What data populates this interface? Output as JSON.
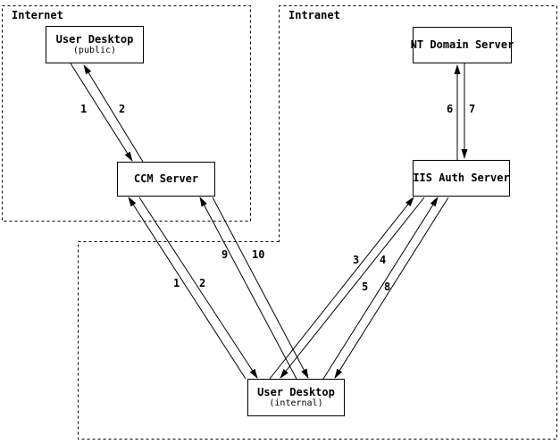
{
  "diagram": {
    "description": "Authentication network flow diagram with Internet and Intranet zones",
    "zones": {
      "internet": {
        "label": "Internet"
      },
      "intranet": {
        "label": "Intranet"
      }
    },
    "nodes": {
      "user_desktop_public": {
        "title": "User Desktop",
        "subtitle": "(public)"
      },
      "ccm_server": {
        "title": "CCM Server"
      },
      "nt_domain_server": {
        "title": "NT Domain Server"
      },
      "iis_auth_server": {
        "title": "IIS Auth Server"
      },
      "user_desktop_internal": {
        "title": "User Desktop",
        "subtitle": "(internal)"
      }
    },
    "flows": [
      {
        "label": "1",
        "from": "user-desktop-public",
        "to": "ccm-server"
      },
      {
        "label": "2",
        "from": "ccm-server",
        "to": "user-desktop-public"
      },
      {
        "label": "1",
        "from": "user-desktop-internal",
        "to": "ccm-server"
      },
      {
        "label": "2",
        "from": "ccm-server",
        "to": "user-desktop-internal"
      },
      {
        "label": "9",
        "from": "user-desktop-internal",
        "to": "ccm-server"
      },
      {
        "label": "10",
        "from": "ccm-server",
        "to": "user-desktop-internal"
      },
      {
        "label": "3",
        "from": "user-desktop-internal",
        "to": "iis-auth-server"
      },
      {
        "label": "4",
        "from": "iis-auth-server",
        "to": "user-desktop-internal"
      },
      {
        "label": "5",
        "from": "user-desktop-internal",
        "to": "iis-auth-server"
      },
      {
        "label": "8",
        "from": "iis-auth-server",
        "to": "user-desktop-internal"
      },
      {
        "label": "6",
        "from": "iis-auth-server",
        "to": "nt-domain-server"
      },
      {
        "label": "7",
        "from": "nt-domain-server",
        "to": "iis-auth-server"
      }
    ],
    "colors": {
      "line": "#000000",
      "background": "#ffffff",
      "box_fill": "#ffffff"
    }
  }
}
